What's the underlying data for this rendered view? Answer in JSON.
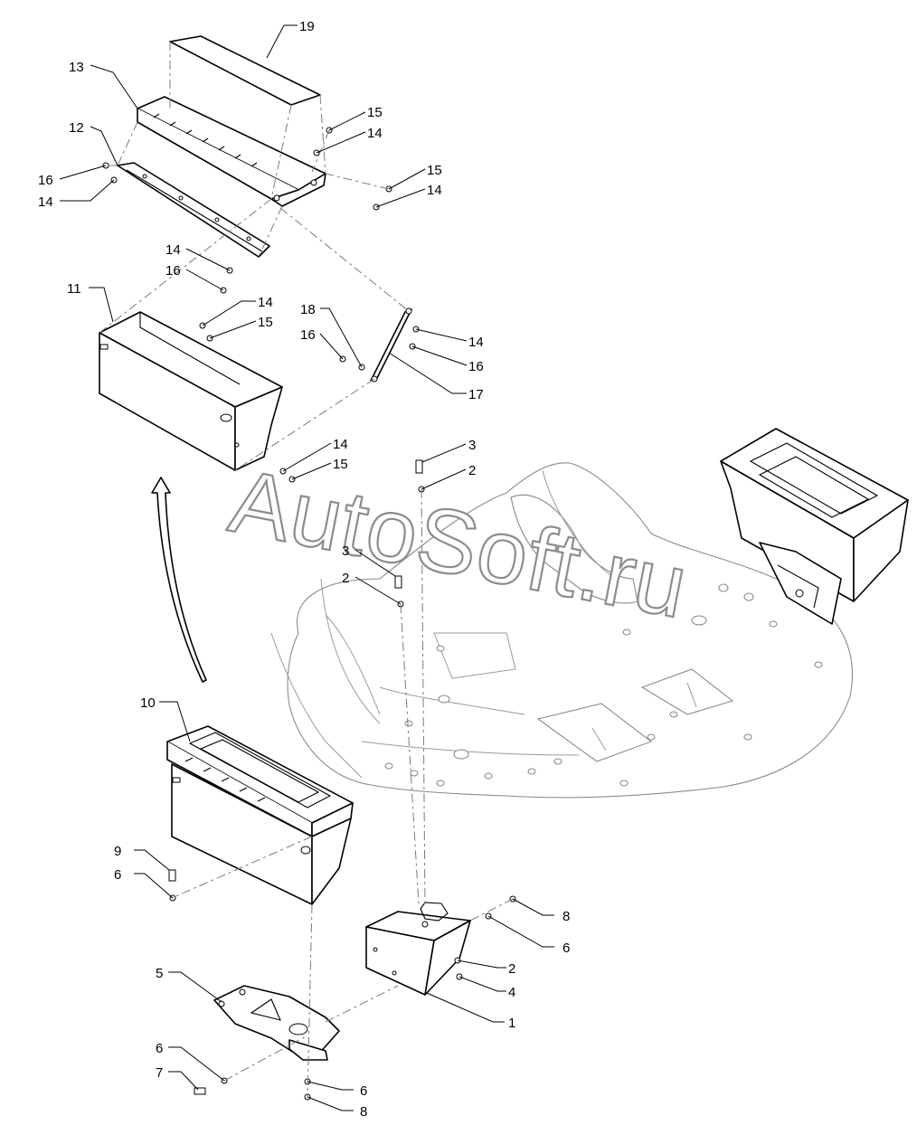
{
  "watermark": "AutoSoft.ru",
  "callouts": {
    "c19": "19",
    "c13": "13",
    "c12": "12",
    "c16a": "16",
    "c14a": "14",
    "c15a": "15",
    "c14b": "14",
    "c15b": "15",
    "c14c": "14",
    "c14d": "14",
    "c16b": "16",
    "c11": "11",
    "c14e": "14",
    "c15c": "15",
    "c18": "18",
    "c16c": "16",
    "c14f": "14",
    "c16d": "16",
    "c17": "17",
    "c14g": "14",
    "c15d": "15",
    "c3a": "3",
    "c2a": "2",
    "c3b": "3",
    "c2b": "2",
    "c10": "10",
    "c9": "9",
    "c6a": "6",
    "c8a": "8",
    "c6b": "6",
    "c2c": "2",
    "c4": "4",
    "c1": "1",
    "c5": "5",
    "c6c": "6",
    "c7": "7",
    "c6d": "6",
    "c8b": "8"
  }
}
